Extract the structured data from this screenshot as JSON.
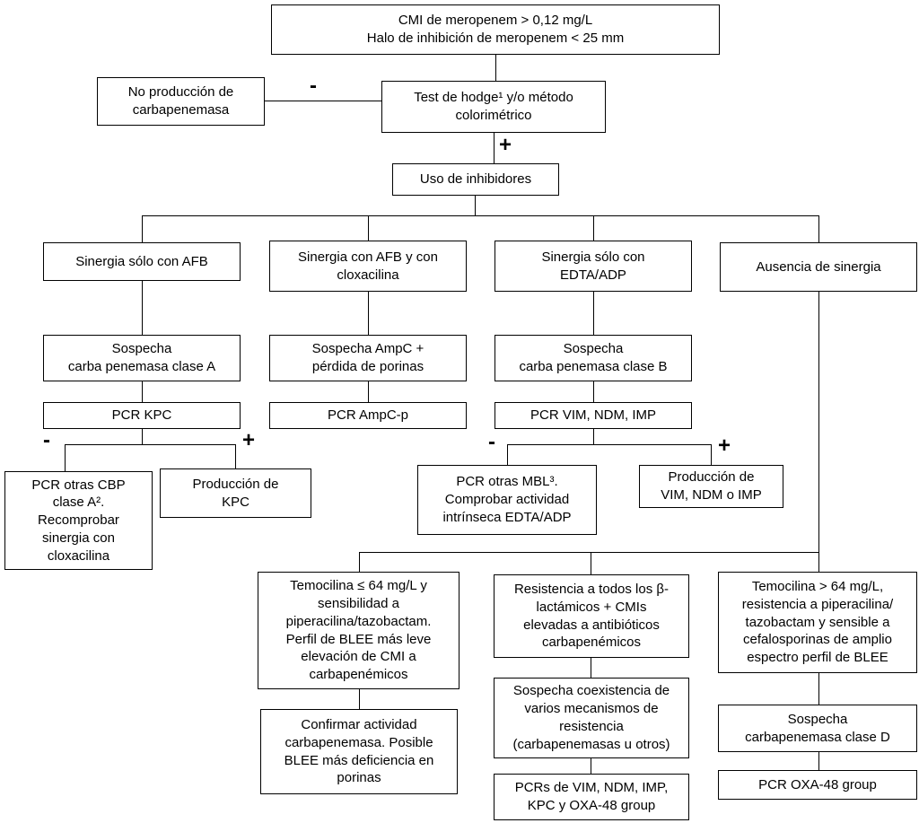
{
  "nodes": {
    "start": {
      "text": "CMI de meropenem > 0,12 mg/L\nHalo de inhibición de meropenem < 25 mm"
    },
    "no_carbapenemase": {
      "text": "No producción de\ncarbapenemasa"
    },
    "hodge_test": {
      "text": "Test de hodge¹ y/o método\ncolorimétrico"
    },
    "inhibitors": {
      "text": "Uso de inhibidores"
    },
    "synergy_afb": {
      "text": "Sinergia sólo con AFB"
    },
    "synergy_afb_clox": {
      "text": "Sinergia con AFB y con\ncloxacilina"
    },
    "synergy_edta": {
      "text": "Sinergia sólo con\nEDTA/ADP"
    },
    "no_synergy": {
      "text": "Ausencia de sinergia"
    },
    "suspect_class_a": {
      "text": "Sospecha\ncarba penemasa clase A"
    },
    "pcr_kpc": {
      "text": "PCR KPC"
    },
    "pcr_other_cbp": {
      "text": "PCR otras CBP\nclase A².\nRecomprobar\nsinergia con\ncloxacilina"
    },
    "kpc_production": {
      "text": "Producción de\nKPC"
    },
    "suspect_ampc": {
      "text": "Sospecha AmpC +\npérdida de porinas"
    },
    "pcr_ampc": {
      "text": "PCR AmpC-p"
    },
    "suspect_class_b": {
      "text": "Sospecha\ncarba penemasa clase B"
    },
    "pcr_vim": {
      "text": "PCR VIM, NDM, IMP"
    },
    "pcr_other_mbl": {
      "text": "PCR otras MBL³.\nComprobar actividad\nintrínseca EDTA/ADP"
    },
    "vim_production": {
      "text": "Producción de\nVIM, NDM o IMP"
    },
    "temo_low": {
      "text": "Temocilina ≤ 64 mg/L y\nsensibilidad a\npiperacilina/tazobactam.\nPerfil de BLEE más leve\nelevación de CMI a\ncarbapenémicos"
    },
    "confirm_activity": {
      "text": "Confirmar actividad\ncarbapenemasa. Posible\nBLEE más deficiencia en\nporinas"
    },
    "resistance_all": {
      "text": "Resistencia a todos los β-\nlactámicos + CMIs\nelevadas a antibióticos\ncarbapenémicos"
    },
    "suspect_coexistence": {
      "text": "Sospecha coexistencia de\nvarios mecanismos de\nresistencia\n(carbapenemasas u otros)"
    },
    "pcrs_all": {
      "text": "PCRs de VIM, NDM, IMP,\nKPC y OXA-48 group"
    },
    "temo_high": {
      "text": "Temocilina > 64 mg/L,\nresistencia a piperacilina/\ntazobactam y sensible a\ncefalosporinas de amplio\nespectro perfil de BLEE"
    },
    "suspect_class_d": {
      "text": "Sospecha\ncarbapenemasa clase D"
    },
    "pcr_oxa": {
      "text": "PCR OXA-48 group"
    }
  },
  "labels": {
    "hodge_minus": "-",
    "hodge_plus": "+",
    "kpc_minus": "-",
    "kpc_plus": "+",
    "mbl_minus": "-",
    "mbl_plus": "+"
  },
  "colors": {
    "line": "#000000",
    "box_border": "#000000",
    "background": "#ffffff"
  }
}
